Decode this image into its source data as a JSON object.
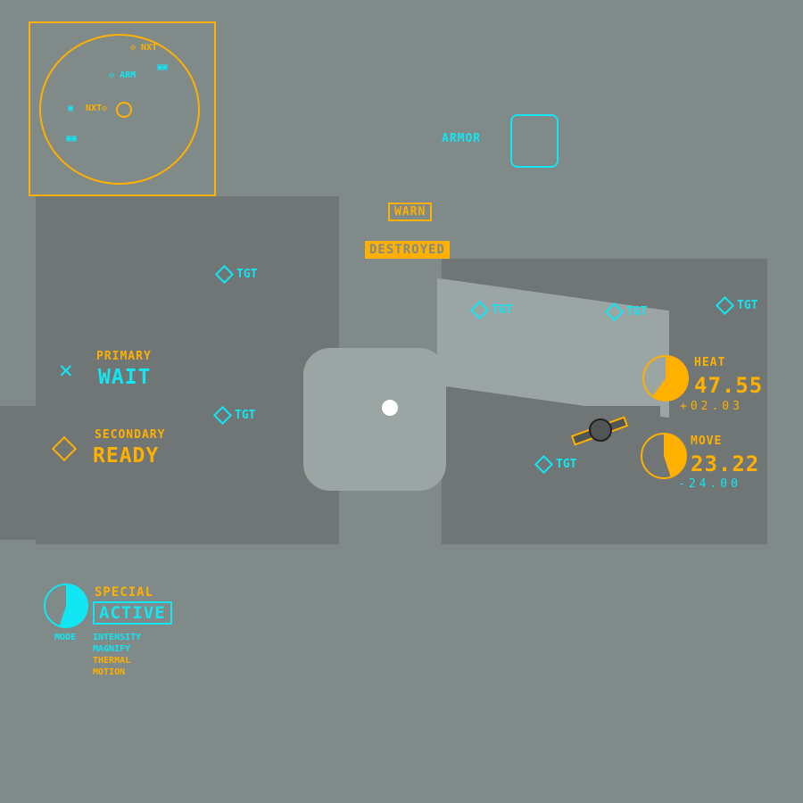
{
  "colors": {
    "hud_orange": "#ffb000",
    "hud_cyan": "#12e6f2",
    "background": "#7f8a89"
  },
  "minimap": {
    "markers": [
      {
        "label": "NXT",
        "color": "orange"
      },
      {
        "label": "ARM",
        "color": "cyan"
      },
      {
        "label": "NXT",
        "color": "orange"
      }
    ]
  },
  "alerts": {
    "armor": "ARMOR",
    "warn": "WARN",
    "destroyed": "DESTROYED"
  },
  "targets": [
    "TGT",
    "TGT",
    "TGT",
    "TGT",
    "TGT",
    "TGT"
  ],
  "weapons": {
    "primary": {
      "label": "PRIMARY",
      "status": "WAIT"
    },
    "secondary": {
      "label": "SECONDARY",
      "status": "READY"
    }
  },
  "heat": {
    "label": "HEAT",
    "value": "47.55",
    "delta": "+02.03",
    "fill": 0.6
  },
  "move": {
    "label": "MOVE",
    "value": "23.22",
    "delta": "-24.00",
    "fill": 0.45
  },
  "special": {
    "label": "SPECIAL",
    "status": "ACTIVE",
    "mode_label": "MODE",
    "modes": [
      "INTENSITY",
      "MAGNIFY",
      "THERMAL",
      "MOTION"
    ],
    "fill": 0.6
  }
}
